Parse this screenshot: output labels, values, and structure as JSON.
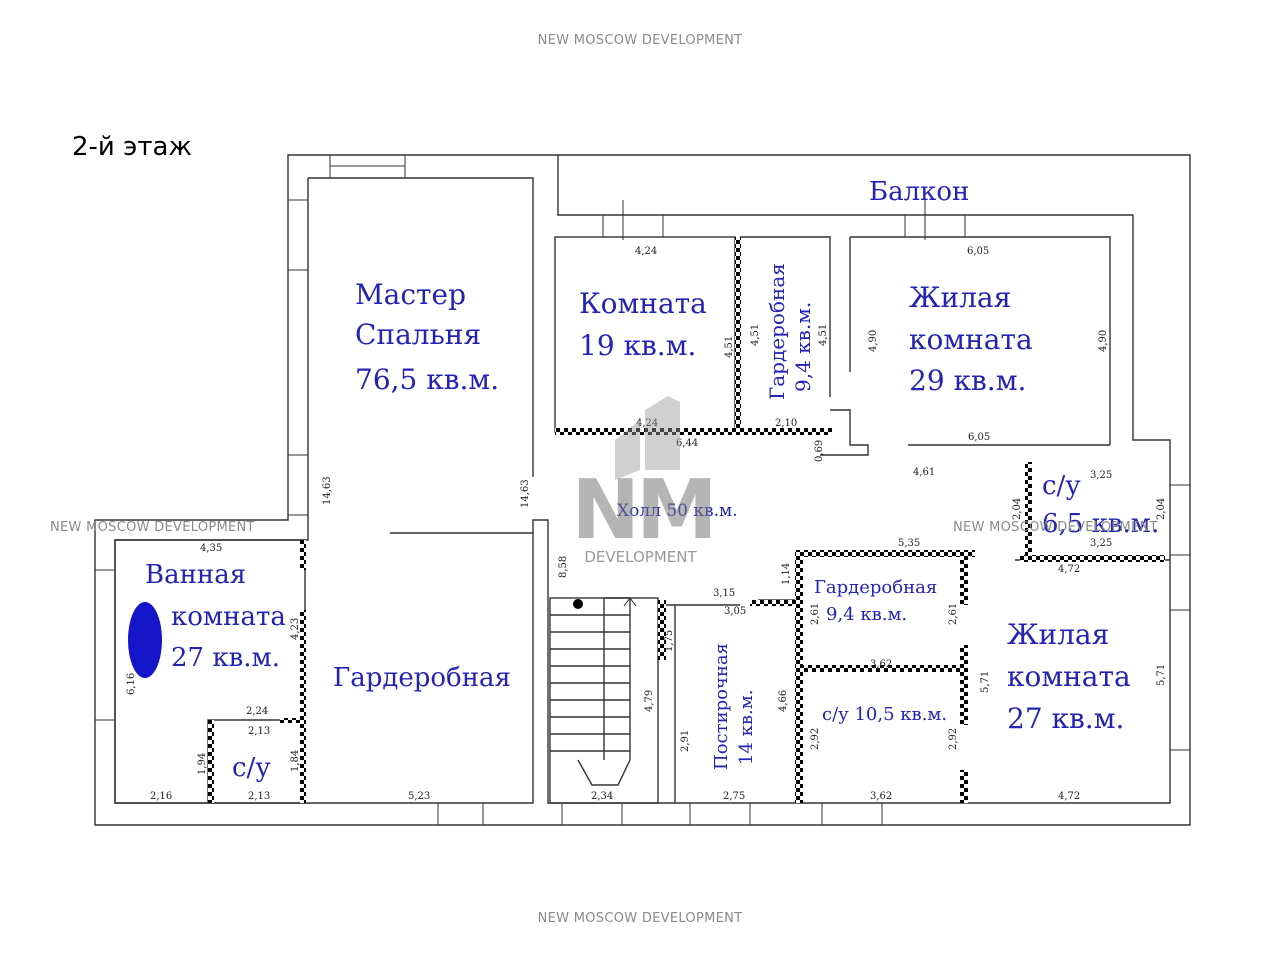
{
  "watermark": "NEW MOSCOW DEVELOPMENT",
  "floor_label": "2-й этаж",
  "logo": {
    "mark": "NM",
    "sub": "DEVELOPMENT"
  },
  "rooms": {
    "master": {
      "l1": "Мастер",
      "l2": "Спальня",
      "l3": "76,5 кв.м."
    },
    "room19": {
      "l1": "Комната",
      "l2": "19 кв.м."
    },
    "closet_top": {
      "l1": "Гардеробная",
      "l2": "9,4 кв.м."
    },
    "living29": {
      "l1": "Жилая",
      "l2": "комната",
      "l3": "29 кв.м."
    },
    "balcony": "Балкон",
    "hall": "Холл 50 кв.м.",
    "wc65": {
      "l1": "с/у",
      "l2": "6,5 кв.м."
    },
    "bath27": {
      "l1": "Ванная",
      "l2": "комната",
      "l3": "27 кв.м."
    },
    "wardrobe_big": "Гардеробная",
    "wc_small": "с/у",
    "closet_mid": {
      "l1": "Гардеробная",
      "l2": "9,4 кв.м."
    },
    "living27": {
      "l1": "Жилая",
      "l2": "комната",
      "l3": "27 кв.м."
    },
    "laundry": {
      "l1": "Постирочная",
      "l2": "14 кв.м."
    },
    "wc105": "с/у 10,5 кв.м."
  },
  "dims": {
    "d424a": "4,24",
    "d451a": "4,51",
    "d451b": "4,51",
    "d451c": "4,51",
    "d605a": "6,05",
    "d490a": "4,90",
    "d490b": "4,90",
    "d605b": "6,05",
    "d461": "4,61",
    "d325a": "3,25",
    "d204a": "2,04",
    "d204b": "2,04",
    "d325b": "3,25",
    "d472a": "4,72",
    "d424b": "4,24",
    "d644": "6,44",
    "d210": "2,10",
    "d069": "0,69",
    "d1463a": "14,63",
    "d1463b": "14,63",
    "d858": "8,58",
    "d435": "4,35",
    "d423": "4,23",
    "d616": "6,16",
    "d224": "2,24",
    "d213a": "2,13",
    "d194": "1,94",
    "d184": "1,84",
    "d216": "2,16",
    "d213b": "2,13",
    "d523": "5,23",
    "d535": "5,35",
    "d315": "3,15",
    "d305": "3,05",
    "d114": "1,14",
    "d175": "1,75",
    "d479": "4,79",
    "d291": "2,91",
    "d466": "4,66",
    "d261a": "2,61",
    "d261b": "2,61",
    "d362a": "3,62",
    "d571a": "5,71",
    "d571b": "5,71",
    "d292a": "2,92",
    "d292b": "2,92",
    "d234": "2,34",
    "d275": "2,75",
    "d362b": "3,62",
    "d472b": "4,72"
  }
}
